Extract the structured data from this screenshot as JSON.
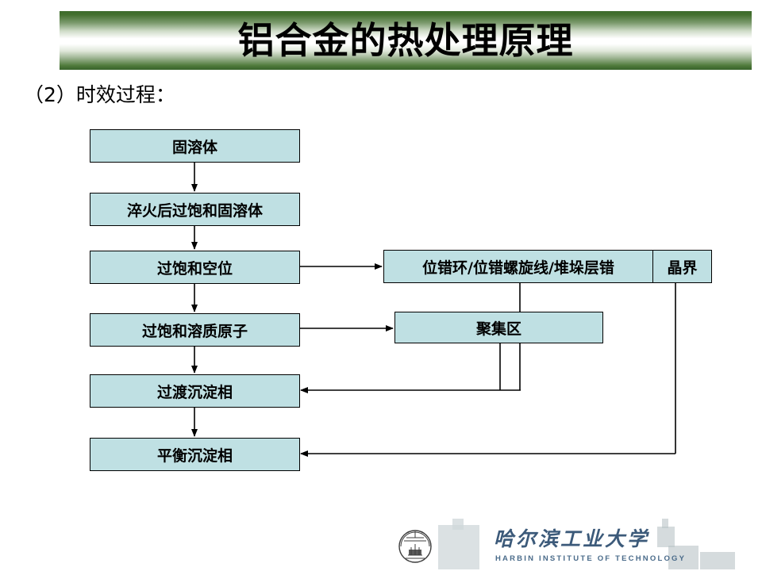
{
  "slide": {
    "title": "铝合金的热处理原理",
    "subtitle": "（2）时效过程："
  },
  "colors": {
    "banner_green": "#3d6a2c",
    "node_fill": "#bfe0e3",
    "node_border": "#000000",
    "footer_text": "#3c5a7a"
  },
  "flowchart": {
    "nodes": [
      {
        "id": "n1",
        "label": "固溶体"
      },
      {
        "id": "n2",
        "label": "淬火后过饱和固溶体"
      },
      {
        "id": "n3",
        "label": "过饱和空位"
      },
      {
        "id": "n4",
        "label": "过饱和溶质原子"
      },
      {
        "id": "n5",
        "label": "过渡沉淀相"
      },
      {
        "id": "n6",
        "label": "平衡沉淀相"
      },
      {
        "id": "r1a",
        "label": "位错环/位错螺旋线/堆垛层错"
      },
      {
        "id": "r1b",
        "label": "晶界"
      },
      {
        "id": "r2",
        "label": "聚集区"
      }
    ]
  },
  "footer": {
    "university_cn": "哈尔滨工业大学",
    "university_en": "HARBIN INSTITUTE OF TECHNOLOGY"
  }
}
